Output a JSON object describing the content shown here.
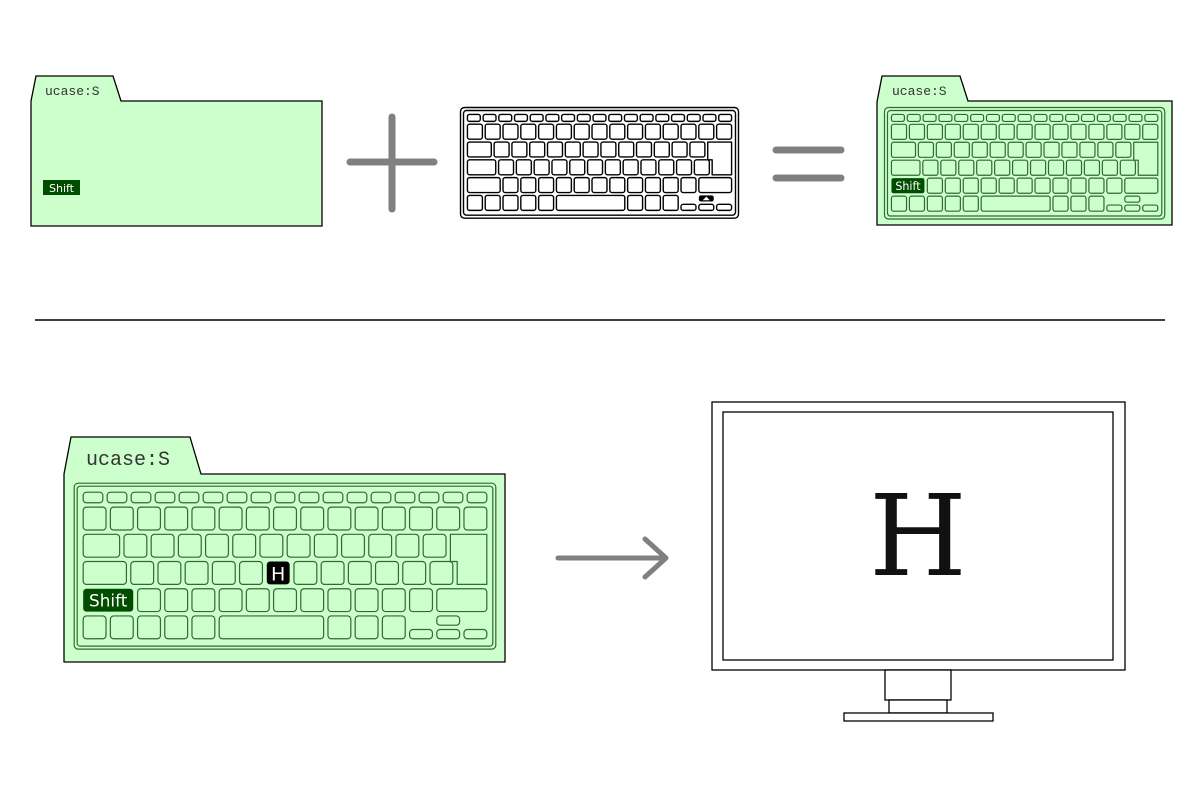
{
  "colors": {
    "folder_fill": "#ccffcc",
    "key_stroke_green": "#2f6a2f",
    "shift_fill": "#004d00",
    "operator_gray": "#808080"
  },
  "top_row": {
    "folder": {
      "tab_label": "ucase:S",
      "modifier_key": "Shift"
    },
    "plus_operator": "plus",
    "equals_operator": "equals",
    "result_folder": {
      "tab_label": "ucase:S",
      "modifier_key": "Shift"
    }
  },
  "bottom_row": {
    "folder": {
      "tab_label": "ucase:S",
      "modifier_key": "Shift",
      "pressed_key": "H"
    },
    "arrow": "right-arrow",
    "monitor": {
      "display_text": "H"
    }
  }
}
